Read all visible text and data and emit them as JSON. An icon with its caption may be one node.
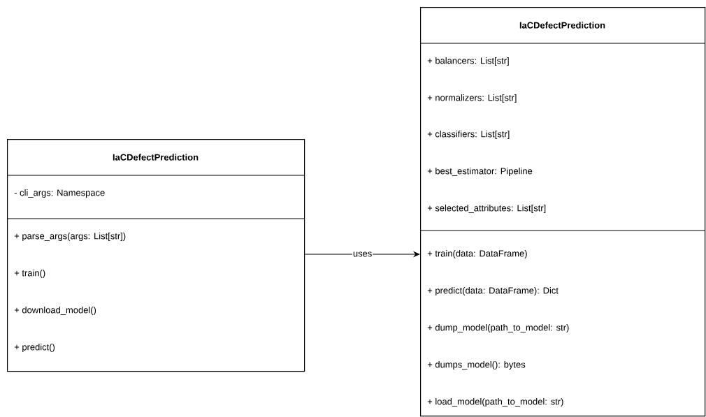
{
  "diagram": {
    "nodes": [
      {
        "text": [
          "IaCDefectPrediction",
          "- cli_args: Namespace",
          "+ parse_args(args: List[str])",
          "+ train()",
          "+ download_model()",
          "+ predict()"
        ]
      },
      {
        "text": [
          "IaCDefectPrediction",
          "+ balancers: List[str]",
          "+ normalizers: List[str]",
          "+ classifiers: List[str]",
          "+ best_estimator: Pipeline",
          "+ selected_attributes: List[str]",
          "+ train(data: DataFrame)",
          "+ predict(data: DataFrame): Dict",
          "+ dump_model(path_to_model: str)",
          "+ dumps_model(): bytes",
          "+ load_model(path_to_model: str)"
        ]
      }
    ],
    "edges": [
      {
        "from": 0,
        "to": 1,
        "arrow": "to",
        "label": "uses"
      }
    ]
  }
}
